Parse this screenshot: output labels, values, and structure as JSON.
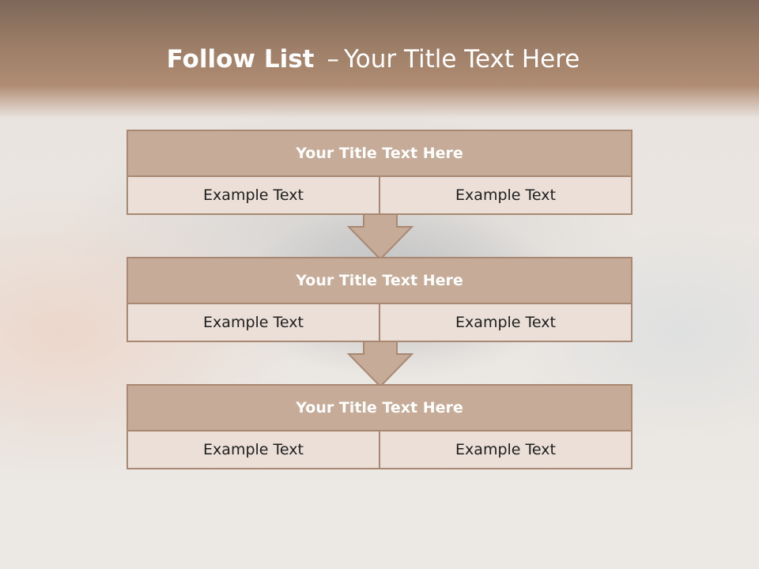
{
  "title": {
    "bold": "Follow List",
    "separator": "–",
    "rest": "Your Title Text Here"
  },
  "blocks": [
    {
      "title": "Your Title Text Here",
      "cells": [
        "Example Text",
        "Example Text"
      ]
    },
    {
      "title": "Your Title Text Here",
      "cells": [
        "Example Text",
        "Example Text"
      ]
    },
    {
      "title": "Your Title Text Here",
      "cells": [
        "Example Text",
        "Example Text"
      ]
    }
  ],
  "colors": {
    "header": "#9a7c66",
    "block_title_fill": "#c6ab98",
    "block_cell_fill": "#ebdfd7",
    "border": "#a88872",
    "arrow_fill": "#c6ab98"
  },
  "icons": [
    "down-arrow-icon",
    "down-arrow-icon"
  ]
}
